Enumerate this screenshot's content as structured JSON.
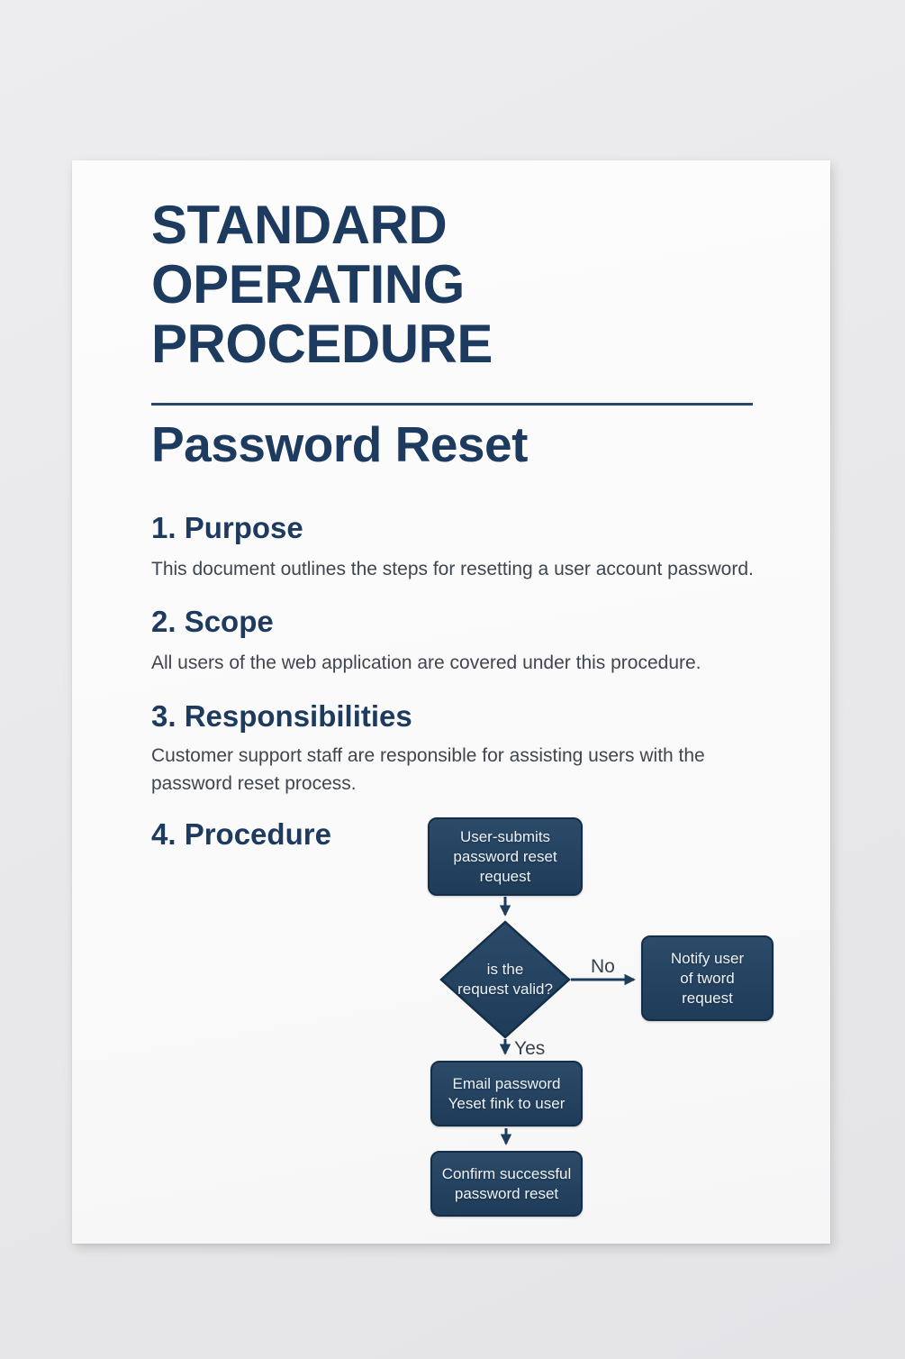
{
  "document": {
    "title_lines": [
      "STANDARD",
      "OPERATING",
      "PROCEDURE"
    ],
    "subtitle": "Password Reset",
    "sections": [
      {
        "heading": "1. Purpose",
        "body": "This document outlines the steps for resetting a user account password."
      },
      {
        "heading": "2. Scope",
        "body": "All users of the web application are covered under this procedure."
      },
      {
        "heading": "3. Responsibilities",
        "body": "Customer support staff are responsible for assisting users with the password reset process."
      },
      {
        "heading": "4. Procedure",
        "body": ""
      }
    ]
  },
  "flowchart": {
    "start": {
      "lines": [
        "User-submits",
        "password reset",
        "request"
      ]
    },
    "decision": {
      "lines": [
        "is the",
        "request valid?"
      ]
    },
    "notify": {
      "lines": [
        "Notify user",
        "of tword",
        "request"
      ]
    },
    "email": {
      "lines": [
        "Email password",
        "Yeset fink to user"
      ]
    },
    "confirm": {
      "lines": [
        "Confirm successful",
        "password reset"
      ]
    },
    "labels": {
      "no": "No",
      "yes": "Yes"
    }
  },
  "colors": {
    "heading_navy": "#1d3a5f",
    "body_text": "#40464f",
    "node_fill_top": "#2b4b69",
    "node_fill_bottom": "#1f3c59",
    "node_border": "#142e47",
    "node_text": "#eef2f6",
    "arrow": "#1e3c5c",
    "paper": "#fafafa",
    "canvas_background": "#e9e9eb"
  }
}
